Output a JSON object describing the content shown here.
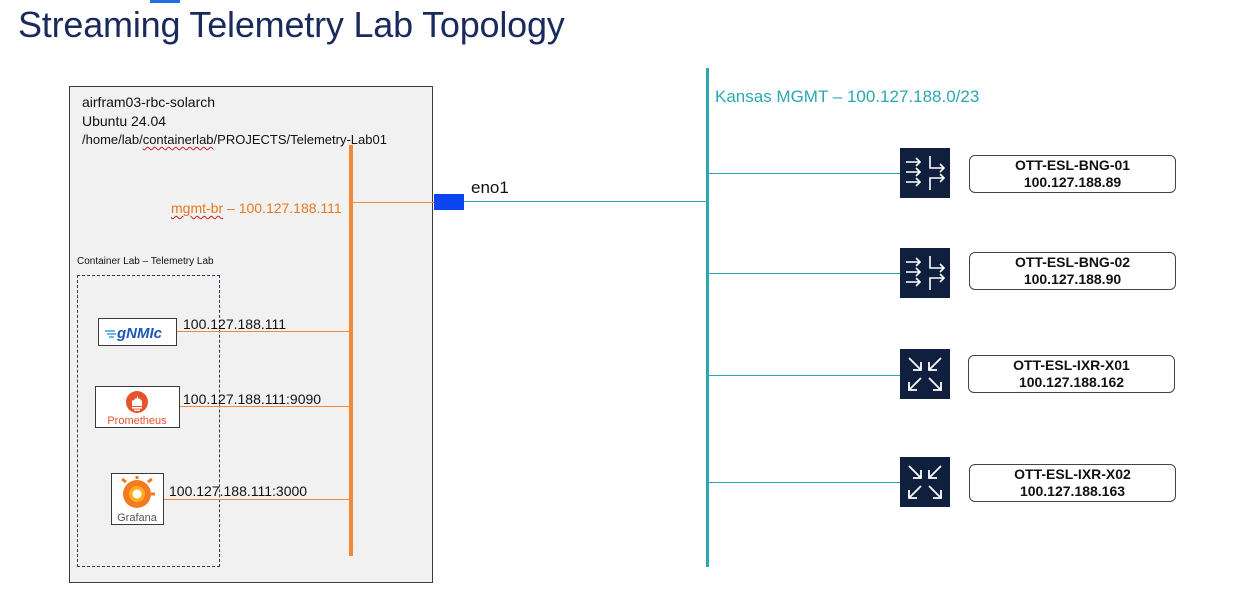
{
  "title": "Streaming Telemetry Lab Topology",
  "colors": {
    "title": "#1b2a5c",
    "mgmt_bridge": "#ee8a38",
    "mgmt_network": "#2aa7b3",
    "nic": "#0b45f0",
    "device_icon_bg": "#0f1f3d"
  },
  "host": {
    "name_prefix": "airfram03-",
    "name_marked": "rbc",
    "name_suffix": "-solarch",
    "os": "Ubuntu 24.04",
    "path_prefix": "/home/lab/",
    "path_marked": "containerlab",
    "path_suffix": "/PROJECTS/Telemetry-Lab01",
    "bridge_name": "mgmt-br",
    "bridge_rest": " – 100.127.188.111"
  },
  "lab": {
    "label": "Container Lab – Telemetry Lab",
    "services": [
      {
        "name": "gNMIc",
        "ip": "100.127.188.111",
        "icon": "gnmic-logo"
      },
      {
        "name": "Prometheus",
        "ip": "100.127.188.111:9090",
        "icon": "prometheus-logo"
      },
      {
        "name": "Grafana",
        "ip": "100.127.188.111:3000",
        "icon": "grafana-logo"
      }
    ]
  },
  "nic": {
    "label": "eno1"
  },
  "mgmt_network": {
    "label": "Kansas MGMT – 100.127.188.0/23"
  },
  "devices": [
    {
      "name": "OTT-ESL-BNG-01",
      "ip": "100.127.188.89",
      "icon": "router-icon"
    },
    {
      "name": "OTT-ESL-BNG-02",
      "ip": "100.127.188.90",
      "icon": "router-icon"
    },
    {
      "name": "OTT-ESL-IXR-X01",
      "ip": "100.127.188.162",
      "icon": "switch-icon"
    },
    {
      "name": "OTT-ESL-IXR-X02",
      "ip": "100.127.188.163",
      "icon": "switch-icon"
    }
  ]
}
